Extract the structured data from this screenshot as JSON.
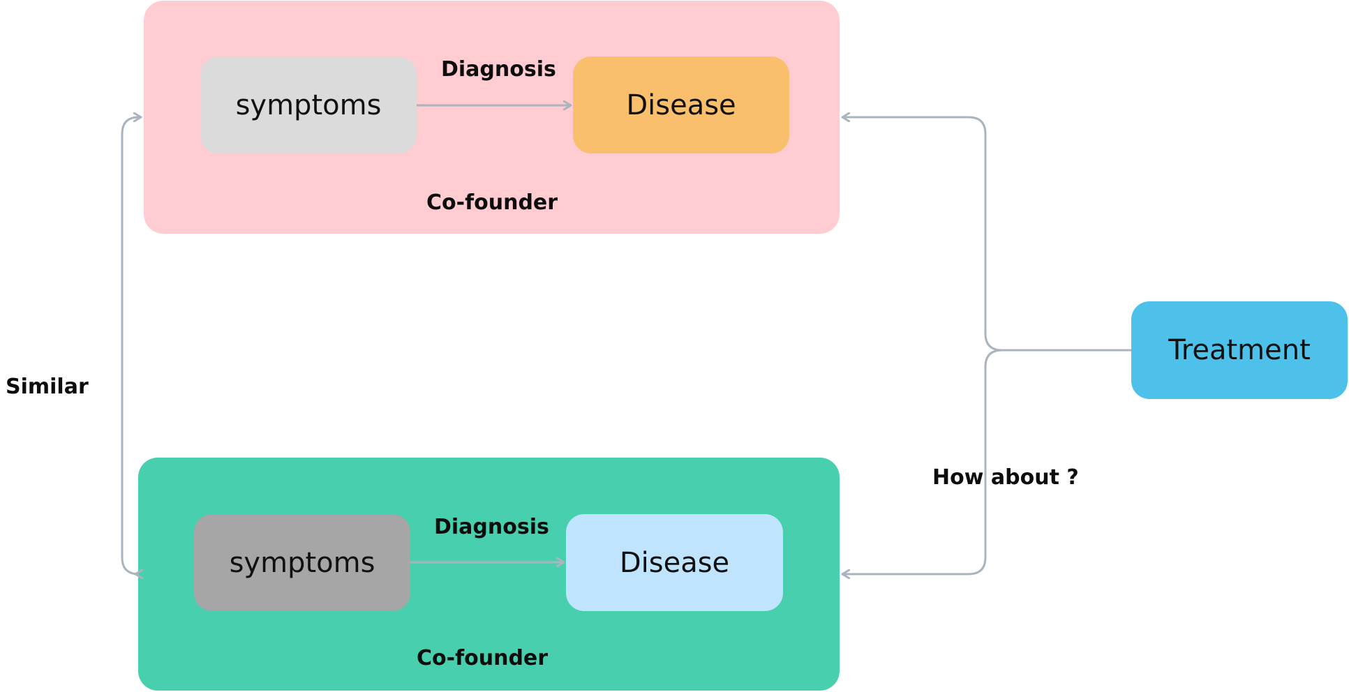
{
  "groups": {
    "top": {
      "symptoms_label": "symptoms",
      "disease_label": "Disease",
      "diagnosis_label": "Diagnosis",
      "confounder_label": "Co-founder"
    },
    "bottom": {
      "symptoms_label": "symptoms",
      "disease_label": "Disease",
      "diagnosis_label": "Diagnosis",
      "confounder_label": "Co-founder"
    }
  },
  "treatment_label": "Treatment",
  "similar_label": "Similar",
  "how_about_label": "How about ?",
  "colors": {
    "top_group": "#ffccd2",
    "bottom_group": "#48cfae",
    "symptoms_top": "#dcdbdc",
    "disease_top": "#f9bf6c",
    "symptoms_bottom": "#a6a6a6",
    "disease_bottom": "#c1e4fe",
    "treatment": "#4dc1e9",
    "connector": "#a9b4be"
  }
}
